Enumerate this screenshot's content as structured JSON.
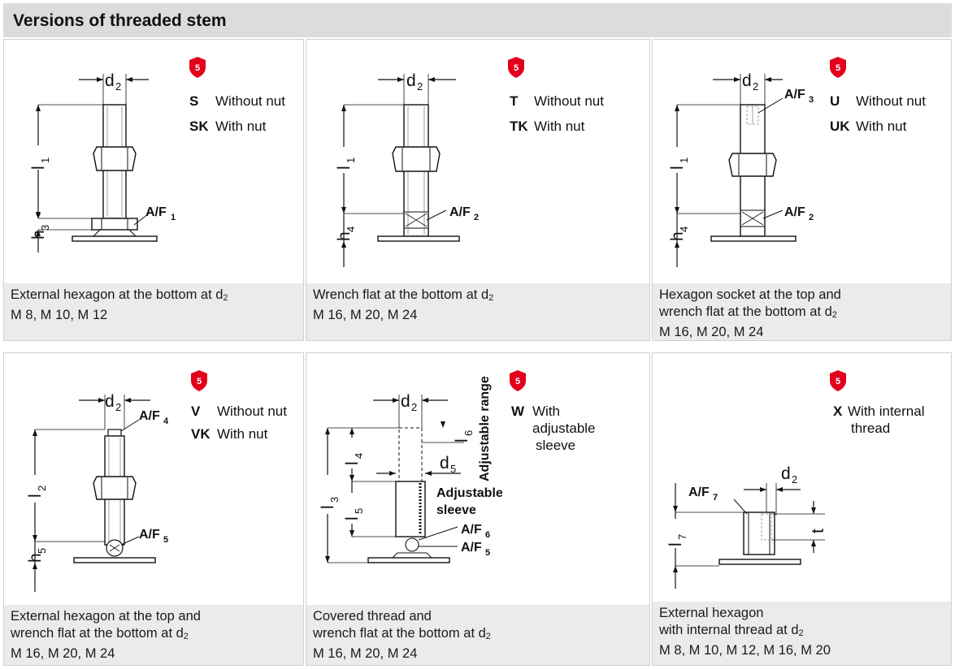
{
  "title": "Versions of threaded stem",
  "badge_text": "5",
  "colors": {
    "badge": "#e2001a",
    "header_bg": "#dcdcdc",
    "caption_bg": "#ebebeb"
  },
  "panels": [
    {
      "codes": [
        {
          "code": "S",
          "text": "Without nut"
        },
        {
          "code": "SK",
          "text": "With nut"
        }
      ],
      "caption": [
        "External hexagon at the bottom at d",
        "M 8, M 10, M 12"
      ],
      "caption_sub": "2",
      "labels": {
        "d": "d",
        "d_sub": "2",
        "l": "l",
        "l_sub": "1",
        "h": "h",
        "h_sub": "3",
        "af": "A/F",
        "af_sub": "1"
      }
    },
    {
      "codes": [
        {
          "code": "T",
          "text": "Without nut"
        },
        {
          "code": "TK",
          "text": "With nut"
        }
      ],
      "caption": [
        "Wrench flat at the bottom at d",
        "M 16, M 20, M 24"
      ],
      "caption_sub": "2",
      "labels": {
        "d": "d",
        "d_sub": "2",
        "l": "l",
        "l_sub": "1",
        "h": "h",
        "h_sub": "4",
        "af": "A/F",
        "af_sub": "2"
      }
    },
    {
      "codes": [
        {
          "code": "U",
          "text": "Without nut"
        },
        {
          "code": "UK",
          "text": "With nut"
        }
      ],
      "caption": [
        "Hexagon socket at the top and",
        "wrench flat at the bottom at d",
        "M 16, M 20, M 24"
      ],
      "caption_sub": "2",
      "labels": {
        "d": "d",
        "d_sub": "2",
        "l": "l",
        "l_sub": "1",
        "h": "h",
        "h_sub": "4",
        "af_top": "A/F",
        "af_top_sub": "3",
        "af": "A/F",
        "af_sub": "2"
      }
    },
    {
      "codes": [
        {
          "code": "V",
          "text": "Without nut"
        },
        {
          "code": "VK",
          "text": "With nut"
        }
      ],
      "caption": [
        "External hexagon at the top and",
        "wrench flat at the bottom at d",
        "M 16, M 20, M 24"
      ],
      "caption_sub": "2",
      "labels": {
        "d": "d",
        "d_sub": "2",
        "l": "l",
        "l_sub": "2",
        "h": "h",
        "h_sub": "5",
        "af_top": "A/F",
        "af_top_sub": "4",
        "af": "A/F",
        "af_sub": "5"
      }
    },
    {
      "codes": [
        {
          "code": "W",
          "text": "With"
        }
      ],
      "code_extra": [
        "adjustable",
        "sleeve"
      ],
      "caption": [
        "Covered thread and",
        "wrench flat at the bottom at d",
        "M 16, M 20, M 24"
      ],
      "caption_sub": "2",
      "labels": {
        "d": "d",
        "d_sub": "2",
        "l3": "l",
        "l3_sub": "3",
        "l4": "l",
        "l4_sub": "4",
        "l5": "l",
        "l5_sub": "5",
        "l6": "l",
        "l6_sub": "6",
        "d5": "d",
        "d5_sub": "5",
        "adj_range": "Adjustable range",
        "adj_sleeve_1": "Adjustable",
        "adj_sleeve_2": "sleeve",
        "af6": "A/F",
        "af6_sub": "6",
        "af5": "A/F",
        "af5_sub": "5"
      }
    },
    {
      "codes": [
        {
          "code": "X",
          "text": "With internal"
        }
      ],
      "code_extra": [
        "thread"
      ],
      "caption": [
        "External hexagon",
        "with internal thread at d",
        "M 8, M 10, M 12, M 16, M 20"
      ],
      "caption_sub": "2",
      "labels": {
        "d": "d",
        "d_sub": "2",
        "l": "l",
        "l_sub": "7",
        "af": "A/F",
        "af_sub": "7",
        "t": "t"
      }
    }
  ]
}
